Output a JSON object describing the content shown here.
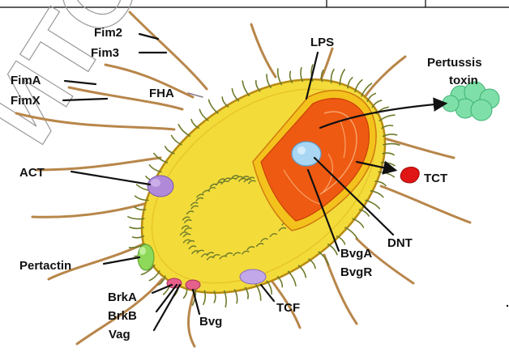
{
  "watermark": {
    "text": "ИТО"
  },
  "labels": {
    "fim2": "Fim2",
    "fim3": "Fim3",
    "fima": "FimA",
    "fimx": "FimX",
    "fha": "FHA",
    "lps": "LPS",
    "pertussis_line1": "Pertussis",
    "pertussis_line2": "toxin",
    "tct": "TCT",
    "act": "ACT",
    "dnt": "DNT",
    "bvga": "BvgA",
    "bvgr": "BvgR",
    "pertactin": "Pertactin",
    "brka": "BrkA",
    "brkb": "BrkB",
    "vag": "Vag",
    "bvg": "Bvg",
    "tcf": "TCF"
  },
  "colors": {
    "cell_fill": "#f3dc3a",
    "cell_outline": "#b78a12",
    "interior": "#ef5a12",
    "membrane": "#f4c21c",
    "appendage": "#b8864a",
    "pertussis_toxin": "#7ee0a8",
    "tct": "#e01515",
    "act": "#b08ad8",
    "tcf": "#c2a8e8",
    "pertactin": "#8ed85a",
    "brk": "#e5608a",
    "nucleoid": "#a9d6f2"
  }
}
